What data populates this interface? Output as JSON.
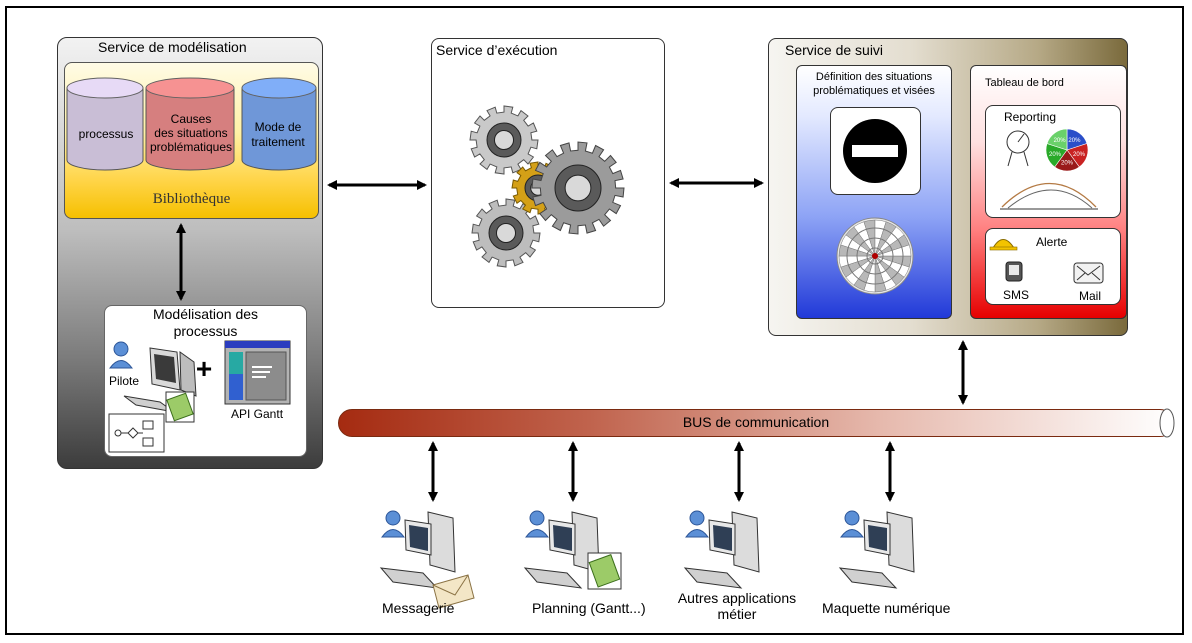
{
  "services": {
    "modelisation": {
      "title": "Service de modélisation",
      "library_label": "Bibliothèque",
      "databases": [
        {
          "lines": [
            "processus"
          ],
          "color": "#c9bed6"
        },
        {
          "lines": [
            "Causes",
            "des situations",
            "problématiques"
          ],
          "color": "#d67f7f"
        },
        {
          "lines": [
            "Mode de",
            "traitement"
          ],
          "color": "#6f97d8"
        }
      ],
      "modelling": {
        "title_line1": "Modélisation des",
        "title_line2": "processus",
        "pilot_label": "Pilote",
        "plus": "+",
        "api_label": "API Gantt"
      }
    },
    "execution": {
      "title": "Service d’exécution"
    },
    "suivi": {
      "title": "Service de suivi",
      "definition_line1": "Définition des situations",
      "definition_line2": "problématiques et visées",
      "dashboard_title": "Tableau de bord",
      "reporting_label": "Reporting",
      "pie_labels": [
        "20%",
        "20%",
        "20%",
        "20%",
        "20%"
      ],
      "alert_label": "Alerte",
      "sms_label": "SMS",
      "mail_label": "Mail"
    }
  },
  "bus": {
    "label": "BUS de communication"
  },
  "clients": [
    {
      "lines": [
        "Messagerie"
      ]
    },
    {
      "lines": [
        "Planning (Gantt...)"
      ]
    },
    {
      "lines": [
        "Autres applications",
        "métier"
      ]
    },
    {
      "lines": [
        "Maquette numérique"
      ]
    }
  ],
  "colors": {
    "pie": [
      "#2b4fc9",
      "#c92222",
      "#9a1a1a",
      "#2aaa2a",
      "#6ad16a"
    ]
  }
}
